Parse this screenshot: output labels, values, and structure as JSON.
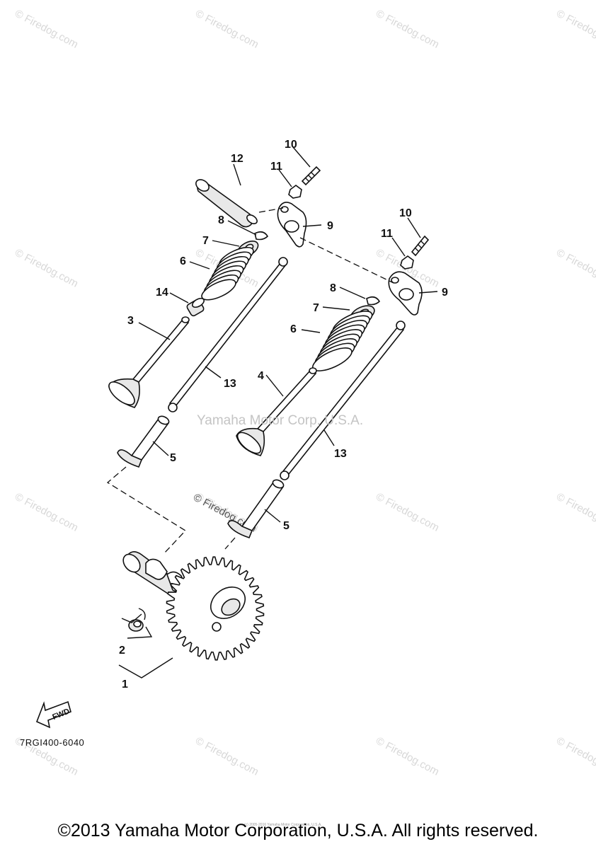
{
  "watermark": {
    "text": "© Firedog.com",
    "center_text": "Yamaha Motor Corp, U.S.A."
  },
  "callouts": {
    "c1": "1",
    "c2": "2",
    "c3": "3",
    "c4": "4",
    "c5a": "5",
    "c5b": "5",
    "c6a": "6",
    "c6b": "6",
    "c7a": "7",
    "c7b": "7",
    "c8a": "8",
    "c8b": "8",
    "c9a": "9",
    "c9b": "9",
    "c10a": "10",
    "c10b": "10",
    "c11a": "11",
    "c11b": "11",
    "c12": "12",
    "c13a": "13",
    "c13b": "13",
    "c14": "14"
  },
  "fwd_label": "FWD",
  "drawing_code": "7RGI400-6040",
  "tiny_note": "(c) 2005-2016 Yamaha Motor Corporation, U.S.A.",
  "copyright": "©2013 Yamaha Motor Corporation, U.S.A. All rights reserved."
}
